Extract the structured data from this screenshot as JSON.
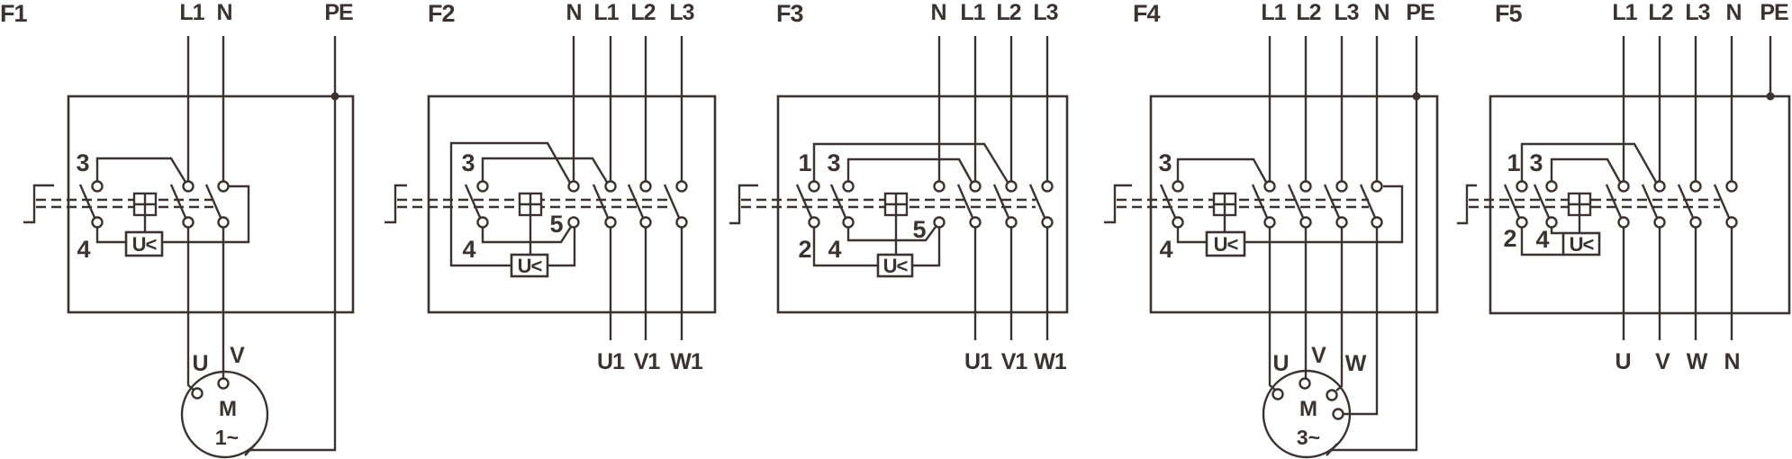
{
  "ink": "#3a3332",
  "f1": {
    "title": "F1",
    "l1": "L1",
    "n": "N",
    "pe": "PE",
    "t3": "3",
    "t4": "4",
    "release": "U<",
    "u": "U",
    "v": "V",
    "m": "M",
    "phase": "1~"
  },
  "f2": {
    "title": "F2",
    "n": "N",
    "l1": "L1",
    "l2": "L2",
    "l3": "L3",
    "t3": "3",
    "t4": "4",
    "t5": "5",
    "release": "U<",
    "u1": "U1",
    "v1": "V1",
    "w1": "W1"
  },
  "f3": {
    "title": "F3",
    "n": "N",
    "l1": "L1",
    "l2": "L2",
    "l3": "L3",
    "t1": "1",
    "t2": "2",
    "t3": "3",
    "t4": "4",
    "t5": "5",
    "release": "U<",
    "u1": "U1",
    "v1": "V1",
    "w1": "W1"
  },
  "f4": {
    "title": "F4",
    "l1": "L1",
    "l2": "L2",
    "l3": "L3",
    "n": "N",
    "pe": "PE",
    "t3": "3",
    "t4": "4",
    "release": "U<",
    "u": "U",
    "v": "V",
    "w": "W",
    "m": "M",
    "phase": "3~"
  },
  "f5": {
    "title": "F5",
    "l1": "L1",
    "l2": "L2",
    "l3": "L3",
    "n": "N",
    "pe": "PE",
    "t1": "1",
    "t2": "2",
    "t3": "3",
    "t4": "4",
    "release": "U<",
    "u": "U",
    "v": "V",
    "w": "W",
    "out_n": "N"
  }
}
